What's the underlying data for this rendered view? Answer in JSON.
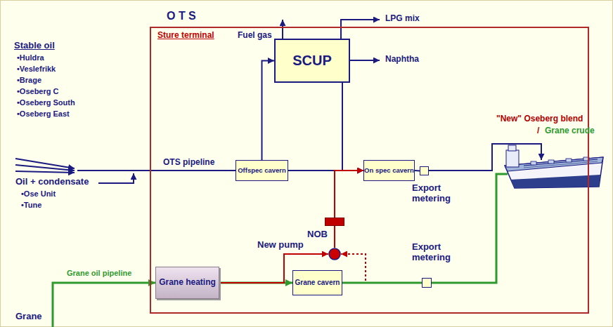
{
  "diagram": {
    "nodes": [
      {
        "text": [
          "O T S",
          "Sture terminal"
        ]
      },
      {
        "text": [
          "Offspec cavern"
        ],
        "in": 0
      },
      {
        "text": [
          "SCUP"
        ],
        "in": 0
      },
      {
        "text": [
          "On spec cavern"
        ],
        "in": 0
      },
      {
        "text": [
          "Export metering"
        ],
        "in": 0
      },
      {
        "text": [
          "NOB"
        ],
        "in": 0
      },
      {
        "text": [
          "New pump"
        ],
        "in": 0
      },
      {
        "text": [
          "Grane heating"
        ],
        "in": 0
      },
      {
        "text": [
          "Grane cavern"
        ],
        "in": 0
      },
      {
        "text": [
          "Export metering"
        ],
        "in": 0
      }
    ],
    "edges": [
      {
        "from": 1,
        "to": 2,
        "arrow": "to"
      },
      {
        "from": 1,
        "to": 3,
        "arrow": "to"
      },
      {
        "from": 2,
        "to": 3,
        "arrow": "to"
      },
      {
        "from": 3,
        "to": 4,
        "arrow": "none"
      },
      {
        "from": 5,
        "to": 3,
        "arrow": "to"
      },
      {
        "from": 6,
        "to": 5,
        "arrow": "none"
      },
      {
        "from": 7,
        "to": 8,
        "arrow": "to"
      },
      {
        "from": 7,
        "to": 6,
        "arrow": "to"
      },
      {
        "from": 8,
        "to": 6,
        "arrow": "to"
      },
      {
        "from": 8,
        "to": 9,
        "arrow": "none"
      }
    ],
    "labels": [
      "Stable oil",
      "•Huldra",
      "•Veslefrikk",
      "•Brage",
      "•Oseberg C",
      "•Oseberg South",
      "•Oseberg East",
      "Oil + condensate",
      "•Ose Unit",
      "•Tune",
      "OTS pipeline",
      "Fuel gas",
      "LPG mix",
      "Naphtha",
      "\"New\" Oseberg blend",
      "/",
      "Grane crude",
      "Grane oil pipeline",
      "Grane"
    ]
  }
}
